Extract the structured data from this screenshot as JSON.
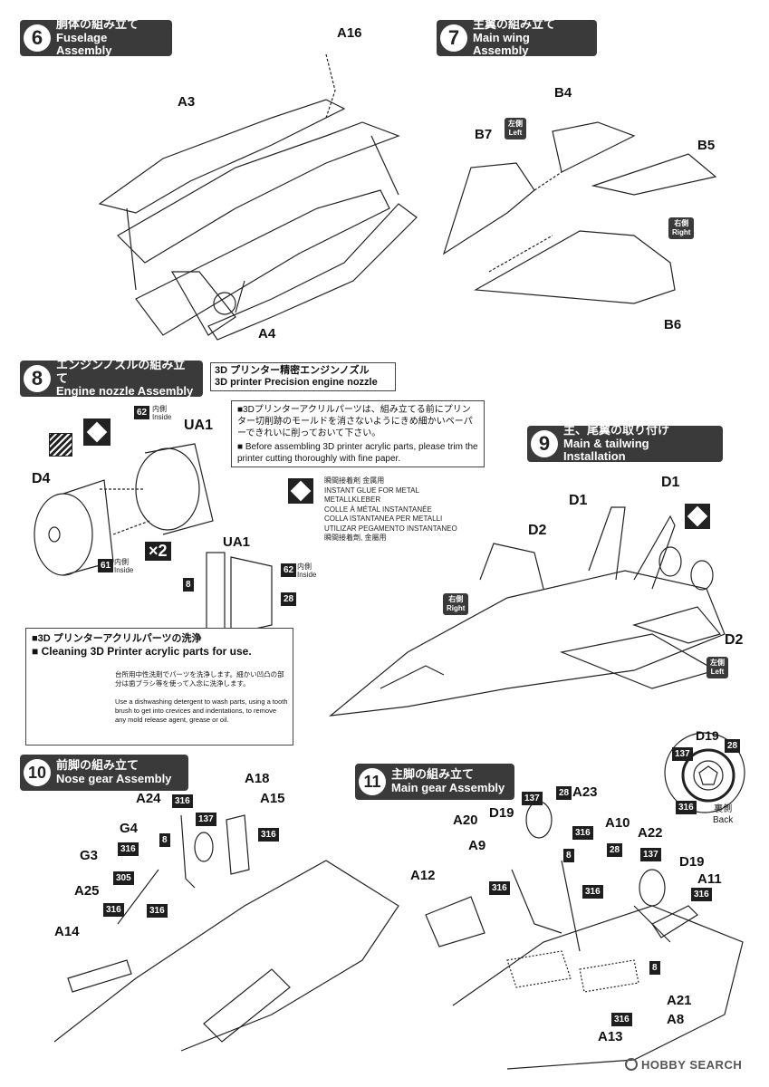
{
  "step6": {
    "num": "6",
    "jp": "胴体の組み立て",
    "en": "Fuselage Assembly",
    "parts": {
      "a16": "A16",
      "a3": "A3",
      "a4": "A4"
    }
  },
  "step7": {
    "num": "7",
    "jp": "主翼の組み立て",
    "en": "Main wing Assembly",
    "parts": {
      "b4": "B4",
      "b7": "B7",
      "b5": "B5",
      "b6": "B6"
    },
    "left_jp": "左側",
    "left_en": "Left",
    "right_jp": "右側",
    "right_en": "Right"
  },
  "step8": {
    "num": "8",
    "jp": "エンジンノズルの組み立て",
    "en": "Engine nozzle Assembly",
    "banner_jp": "3D プリンター精密エンジンノズル",
    "banner_en": "3D printer Precision engine nozzle",
    "notice_jp1": "■3Dプリンターアクリルパーツは、組み立てる前にプリンター切削跡のモールドを消さないようにきめ細かいペーパーできれいに削っておいて下さい。",
    "notice_en": "■ Before assembling 3D printer acrylic parts, please trim the printer cutting thoroughly with fine paper.",
    "parts": {
      "ua1": "UA1",
      "d4": "D4",
      "x2": "×2",
      "ua1b": "UA1"
    },
    "codes": {
      "c62": "62",
      "c61": "61",
      "c62b": "62",
      "c8": "8",
      "c28": "28"
    },
    "inside_jp": "内側",
    "inside_en": "Inside"
  },
  "glue": {
    "line1": "瞬間接着剤 金属用",
    "line2": "INSTANT GLUE FOR METAL",
    "line3": "METALLKLEBER",
    "line4": "COLLE À MÉTAL INSTANTANÉE",
    "line5": "COLLA ISTANTANEA PER METALLI",
    "line6": "UTILIZAR PEGAMENTO INSTANTANEO",
    "line7": "瞬間接着劑, 金屬用"
  },
  "cleaning": {
    "title_jp": "■3D プリンターアクリルパーツの洗浄",
    "title_en": "■ Cleaning 3D Printer acrylic parts for use.",
    "jp_text": "台所用中性洗剤でパーツを洗浄します。細かい凹凸の部分は歯ブラシ等を使って入念に洗浄します。",
    "en_text": "Use a dishwashing detergent to wash parts, using a tooth brush to get into crevices and indentations, to remove any mold release agent, grease or oil."
  },
  "step9": {
    "num": "9",
    "jp": "主、尾翼の取り付け",
    "en": "Main & tailwing Installation",
    "parts": {
      "d1a": "D1",
      "d1b": "D1",
      "d2a": "D2",
      "d2b": "D2"
    },
    "right_jp": "右側",
    "right_en": "Right",
    "left_jp": "左側",
    "left_en": "Left"
  },
  "step10": {
    "num": "10",
    "jp": "前脚の組み立て",
    "en": "Nose gear Assembly",
    "parts": {
      "a18": "A18",
      "a24": "A24",
      "a15": "A15",
      "g4": "G4",
      "g3": "G3",
      "a25": "A25",
      "a14": "A14"
    },
    "codes": {
      "c316a": "316",
      "c137": "137",
      "c316b": "316",
      "c8": "8",
      "c316c": "316",
      "c305": "305",
      "c316d": "316",
      "c316e": "316"
    }
  },
  "wheel_back": {
    "d19": "D19",
    "c137": "137",
    "c28": "28",
    "c316": "316",
    "back_jp": "裏側",
    "back_en": "Back"
  },
  "step11": {
    "num": "11",
    "jp": "主脚の組み立て",
    "en": "Main gear Assembly",
    "parts": {
      "a20": "A20",
      "d19a": "D19",
      "a23": "A23",
      "a9": "A9",
      "a10": "A10",
      "a22": "A22",
      "d19b": "D19",
      "a12": "A12",
      "a11": "A11",
      "a21": "A21",
      "a8": "A8",
      "a13": "A13"
    },
    "codes": {
      "c137a": "137",
      "c28a": "28",
      "c316a": "316",
      "c8a": "8",
      "c28b": "28",
      "c137b": "137",
      "c316b": "316",
      "c316c": "316",
      "c316d": "316",
      "c8b": "8",
      "c316e": "316"
    }
  },
  "watermark": "HOBBY SEARCH"
}
